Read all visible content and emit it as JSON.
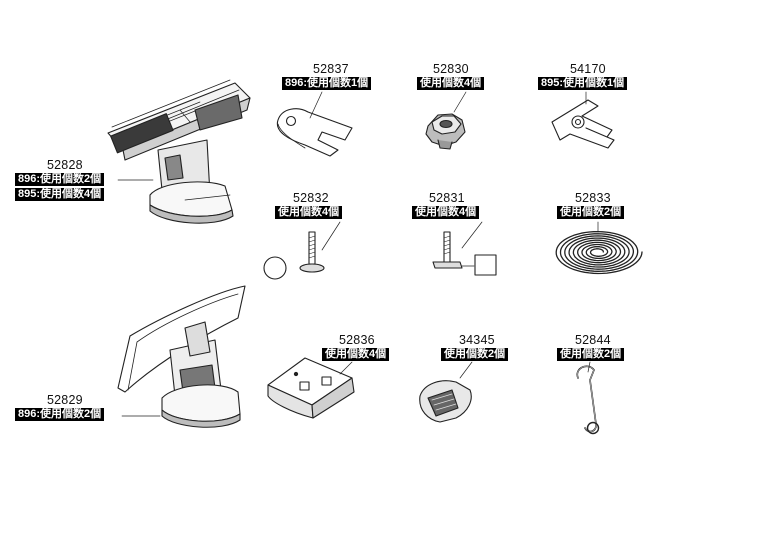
{
  "parts": [
    {
      "id": "52828",
      "code": "52828",
      "usage": [
        "896:使用個数2個",
        "895:使用個数4個"
      ]
    },
    {
      "id": "52829",
      "code": "52829",
      "usage": [
        "896:使用個数2個"
      ]
    },
    {
      "id": "52837",
      "code": "52837",
      "usage": [
        "896:使用個数1個"
      ]
    },
    {
      "id": "52830",
      "code": "52830",
      "usage": [
        "使用個数4個"
      ]
    },
    {
      "id": "54170",
      "code": "54170",
      "usage": [
        "895:使用個数1個"
      ]
    },
    {
      "id": "52832",
      "code": "52832",
      "usage": [
        "使用個数4個"
      ]
    },
    {
      "id": "52831",
      "code": "52831",
      "usage": [
        "使用個数4個"
      ]
    },
    {
      "id": "52833",
      "code": "52833",
      "usage": [
        "使用個数2個"
      ]
    },
    {
      "id": "52836",
      "code": "52836",
      "usage": [
        "使用個数4個"
      ]
    },
    {
      "id": "34345",
      "code": "34345",
      "usage": [
        "使用個数2個"
      ]
    },
    {
      "id": "52844",
      "code": "52844",
      "usage": [
        "使用個数2個"
      ]
    }
  ]
}
